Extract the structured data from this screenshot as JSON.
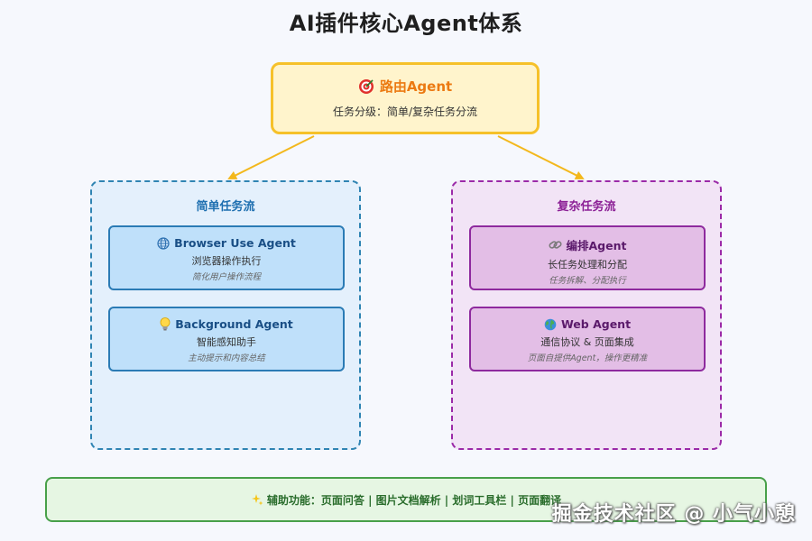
{
  "title": "AI插件核心Agent体系",
  "router": {
    "title": "路由Agent",
    "desc": "任务分级：简单/复杂任务分流",
    "icon": "target-icon"
  },
  "simple_flow": {
    "title": "简单任务流",
    "cards": [
      {
        "title": "Browser Use Agent",
        "subtitle": "浏览器操作执行",
        "note": "简化用户操作流程",
        "icon": "globe-icon"
      },
      {
        "title": "Background Agent",
        "subtitle": "智能感知助手",
        "note": "主动提示和内容总结",
        "icon": "lightbulb-icon"
      }
    ]
  },
  "complex_flow": {
    "title": "复杂任务流",
    "cards": [
      {
        "title": "编排Agent",
        "subtitle": "长任务处理和分配",
        "note": "任务拆解、分配执行",
        "icon": "link-icon"
      },
      {
        "title": "Web Agent",
        "subtitle": "通信协议 & 页面集成",
        "note": "页面自提供Agent，操作更精准",
        "icon": "earth-icon"
      }
    ]
  },
  "footer": {
    "text": "辅助功能：页面问答 | 图片文档解析 | 划词工具栏 | 页面翻译",
    "icon": "sparkles-icon"
  },
  "watermark": "掘金技术社区 @ 小气小憩",
  "colors": {
    "router_border": "#f6c12a",
    "router_title": "#ec7a12",
    "simple_border": "#2f84b3",
    "complex_border": "#9b2aa8",
    "footer_border": "#48a04a",
    "arrow": "#f3b81c"
  }
}
